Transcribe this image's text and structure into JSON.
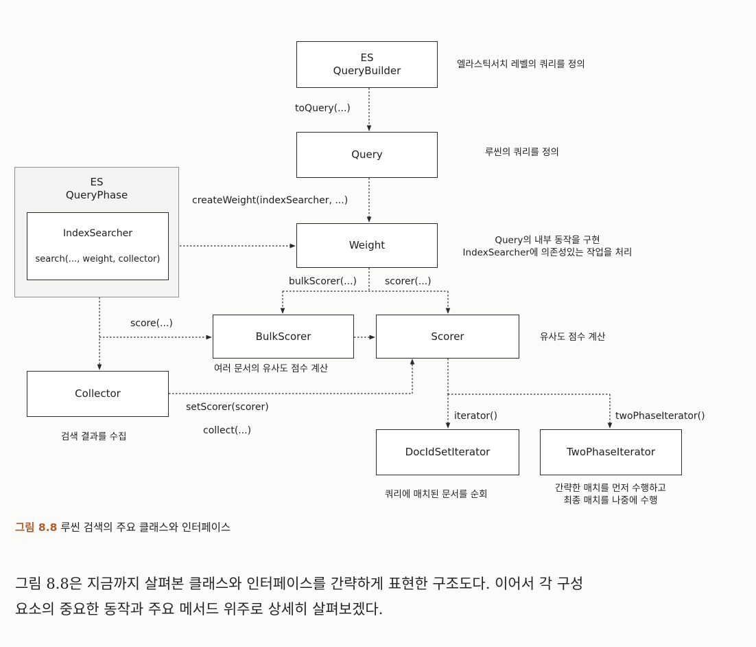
{
  "diagram": {
    "boxes": {
      "es_querybuilder": [
        "ES",
        "QueryBuilder"
      ],
      "query": "Query",
      "weight": "Weight",
      "indexsearcher": [
        "IndexSearcher",
        "search(..., weight, collector)"
      ],
      "bulkscorer": "BulkScorer",
      "scorer": "Scorer",
      "collector": "Collector",
      "docidsetiterator": "DocIdSetIterator",
      "twophaseiterator": "TwoPhaseIterator"
    },
    "group": {
      "title": [
        "ES",
        "QueryPhase"
      ]
    },
    "edge_labels": {
      "toquery": "toQuery(...)",
      "createweight": "createWeight(indexSearcher, ...)",
      "bulkscorer": "bulkScorer(...)",
      "scorer": "scorer(...)",
      "score": "score(...)",
      "setscorer": "setScorer(scorer)",
      "collect": "collect(...)",
      "iterator": "iterator()",
      "twophaseiterator": "twoPhaseIterator()"
    },
    "notes": {
      "es_querybuilder": "엘라스틱서치 레벨의 쿼리를 정의",
      "query": "루씬의 쿼리를 정의",
      "weight": [
        "Query의 내부 동작을 구현",
        "IndexSearcher에 의존성있는 작업을 처리"
      ],
      "scorer": "유사도 점수 계산",
      "bulkscorer": "여러 문서의 유사도 점수 계산",
      "collector": "검색 결과를 수집",
      "docidsetiterator": "쿼리에 매치된 문서를 순회",
      "twophaseiterator": [
        "간략한 매치를 먼저 수행하고",
        "최종 매치를 나중에 수행"
      ]
    }
  },
  "caption": {
    "number": "그림 8.8",
    "text": "루씬 검색의 주요 클래스와 인터페이스"
  },
  "body": {
    "line1": "그림 8.8은 지금까지 살펴본 클래스와 인터페이스를 간략하게 표현한 구조도다. 이어서 각 구성",
    "line2": "요소의 중요한 동작과 주요 메서드 위주로 상세히 살펴보겠다."
  },
  "colors": {
    "caption_accent": "#b25a2c",
    "line": "#2a2a2a",
    "group_fill": "#f3f3f1"
  }
}
